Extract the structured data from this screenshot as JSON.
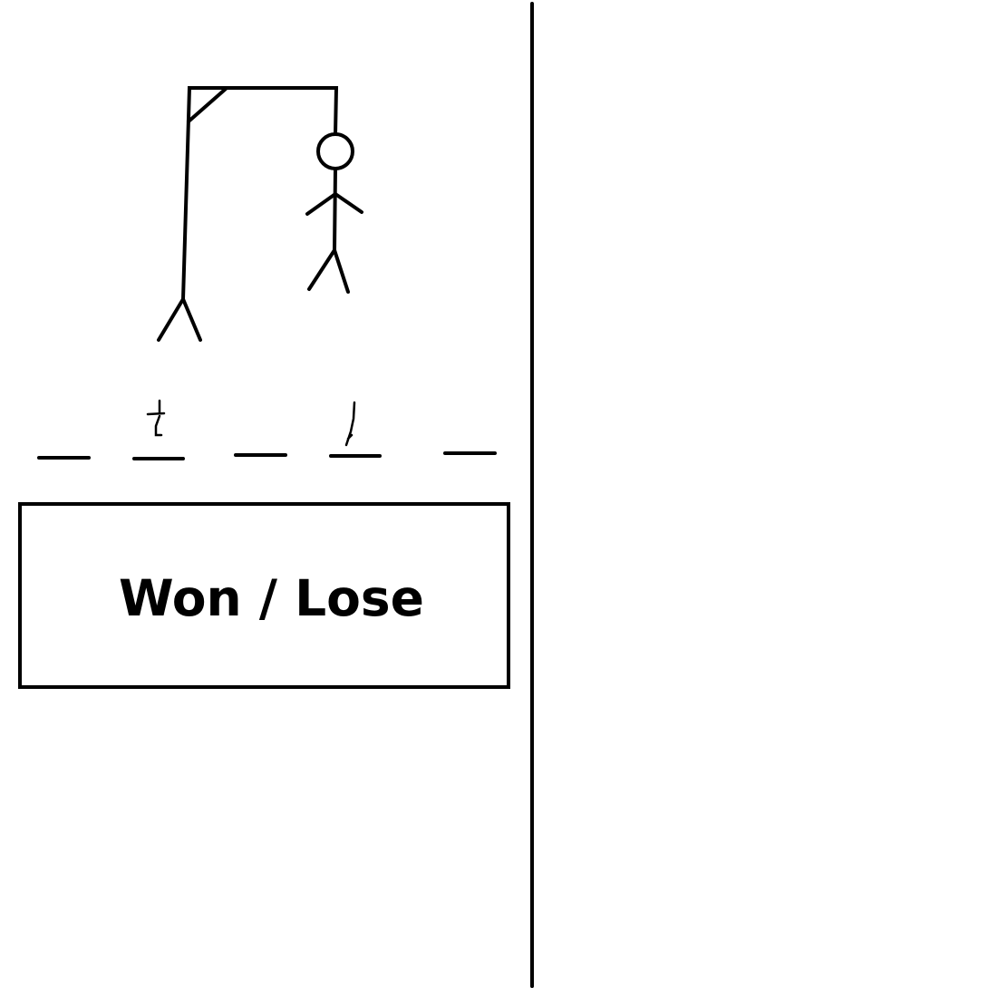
{
  "game": "hangman",
  "result_text": "Won / Lose",
  "word_slots": 5,
  "revealed_slots": [
    2,
    4
  ],
  "hangman_parts_shown": [
    "head",
    "body",
    "left-arm",
    "right-arm",
    "left-leg",
    "right-leg"
  ],
  "colors": {
    "ink": "#000000",
    "background": "#ffffff"
  }
}
